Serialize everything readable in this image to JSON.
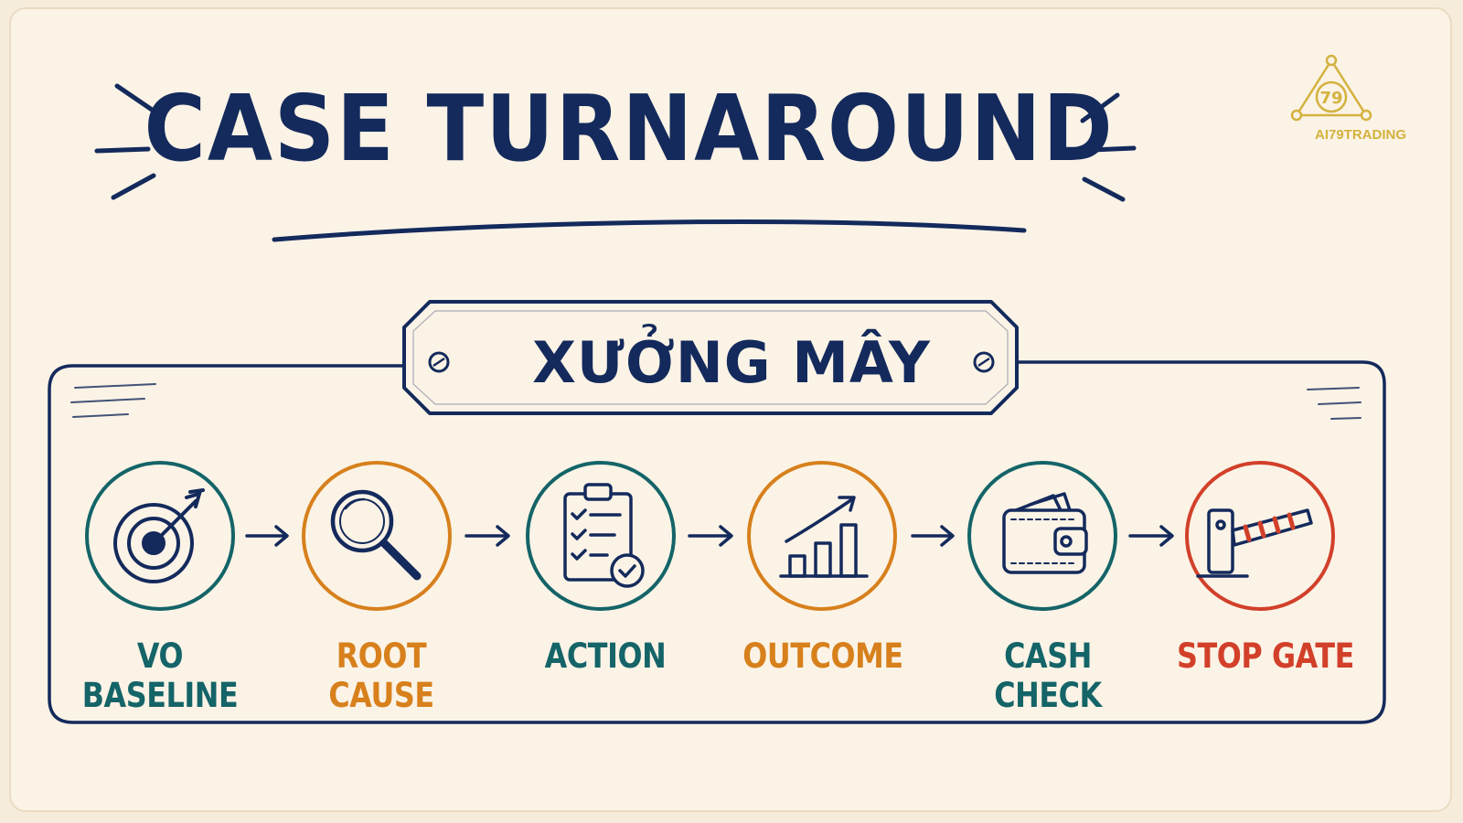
{
  "title": "CASE TURNAROUND",
  "subtitle": "XƯỞNG MÂY",
  "logo": {
    "text": "AI79TRADING",
    "mark_text": "79"
  },
  "steps": [
    {
      "label": "VO BASELINE",
      "icon": "target-icon",
      "color": "#146468"
    },
    {
      "label": "ROOT CAUSE",
      "icon": "magnifier-icon",
      "color": "#d7801c"
    },
    {
      "label": "ACTION",
      "icon": "clipboard-checklist-icon",
      "color": "#146468"
    },
    {
      "label": "OUTCOME",
      "icon": "growth-chart-icon",
      "color": "#d7801c"
    },
    {
      "label": "CASH CHECK",
      "icon": "wallet-icon",
      "color": "#146468"
    },
    {
      "label": "STOP GATE",
      "icon": "barrier-gate-icon",
      "color": "#d2402a"
    }
  ],
  "colors": {
    "navy": "#142a5c",
    "teal": "#146468",
    "orange": "#d7801c",
    "red": "#d2402a",
    "gold": "#d4b23e",
    "paper": "#fbf3e6"
  }
}
